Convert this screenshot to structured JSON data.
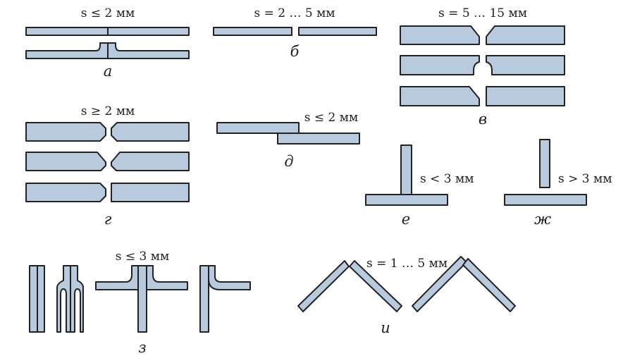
{
  "joints": [
    {
      "id": "a",
      "label": "а",
      "thickness": "s ≤ 2 мм"
    },
    {
      "id": "b",
      "label": "б",
      "thickness": "s = 2 … 5 мм"
    },
    {
      "id": "v",
      "label": "в",
      "thickness": "s = 5 … 15 мм"
    },
    {
      "id": "g",
      "label": "г",
      "thickness": "s ≥ 2 мм"
    },
    {
      "id": "d",
      "label": "д",
      "thickness": "s ≤ 2 мм"
    },
    {
      "id": "e",
      "label": "е",
      "thickness": "s < 3 мм"
    },
    {
      "id": "zh",
      "label": "ж",
      "thickness": "s > 3 мм"
    },
    {
      "id": "z",
      "label": "з",
      "thickness": "s ≤ 3 мм"
    },
    {
      "id": "i",
      "label": "и",
      "thickness": "s = 1 … 5 мм"
    }
  ],
  "colors": {
    "fill": "#b8cade",
    "stroke": "#222222"
  }
}
